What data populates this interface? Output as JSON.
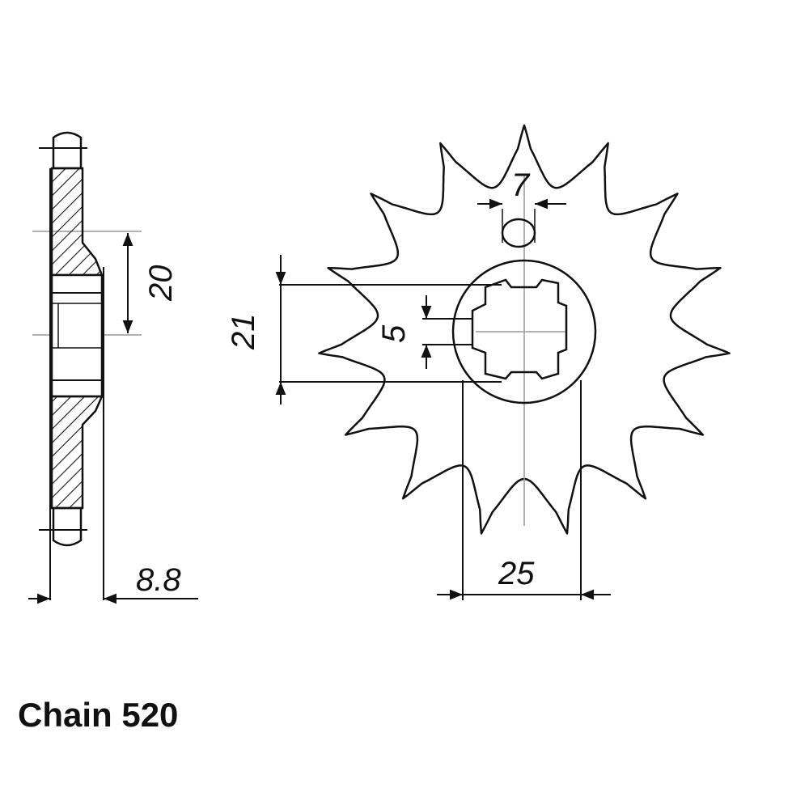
{
  "dimensions": {
    "bolt_hole_diameter": "7",
    "spline_tooth_width": "5",
    "spline_height": "21",
    "spline_diameter": "25",
    "hub_width": "20",
    "sprocket_thickness": "8.8"
  },
  "caption": "Chain 520",
  "sprocket": {
    "tooth_count": 15
  },
  "colors": {
    "ink": "#111111",
    "centerline": "#999999",
    "background": "#ffffff"
  }
}
